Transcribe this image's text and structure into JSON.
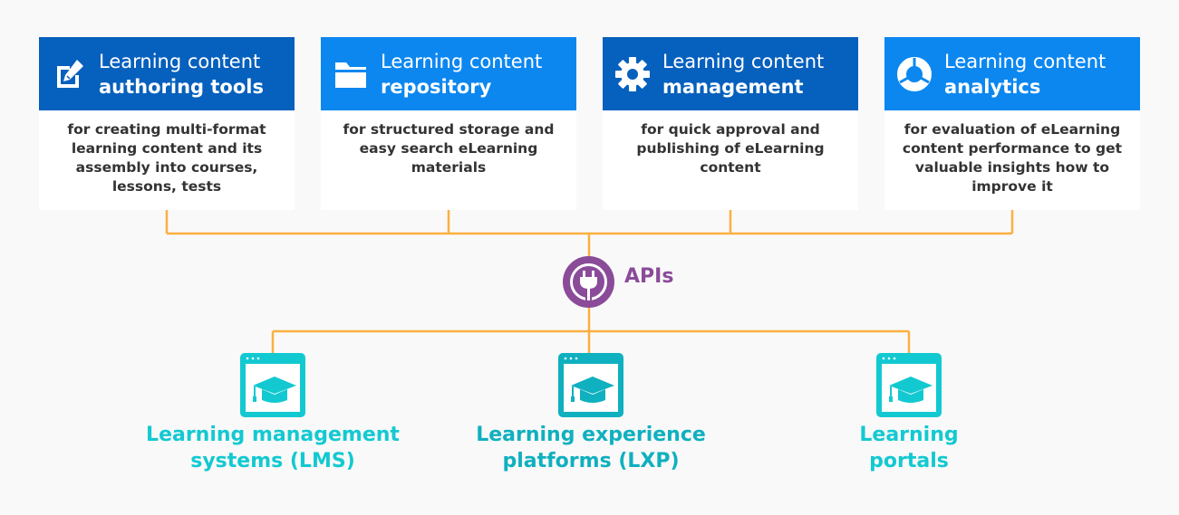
{
  "colors": {
    "header_dark": "#0660bd",
    "header_light": "#0c87f0",
    "connector": "#fbb040",
    "api": "#8a4b99",
    "platform_teal": "#13c9d1",
    "platform_teal_dark": "#0fb0bf"
  },
  "cards": [
    {
      "title_line1": "Learning content",
      "title_line2": "authoring tools",
      "icon": "edit-icon",
      "description": "for creating multi-format learning content and its assembly into courses, lessons, tests"
    },
    {
      "title_line1": "Learning content",
      "title_line2": "repository",
      "icon": "folder-icon",
      "description": "for structured storage and easy search eLearning materials"
    },
    {
      "title_line1": "Learning content",
      "title_line2": "management",
      "icon": "gear-icon",
      "description": "for quick approval and publishing of eLearning content"
    },
    {
      "title_line1": "Learning content",
      "title_line2": "analytics",
      "icon": "donut-chart-icon",
      "description": "for evaluation of eLearning content performance to get valuable insights how to improve it"
    }
  ],
  "hub": {
    "label": "APIs",
    "icon": "plug-icon"
  },
  "platforms": [
    {
      "label_line1": "Learning management",
      "label_line2": "systems (LMS)",
      "icon": "graduation-cap-window-icon"
    },
    {
      "label_line1": "Learning experience",
      "label_line2": "platforms (LXP)",
      "icon": "graduation-cap-window-icon"
    },
    {
      "label_line1": "Learning",
      "label_line2": "portals",
      "icon": "graduation-cap-window-icon"
    }
  ]
}
